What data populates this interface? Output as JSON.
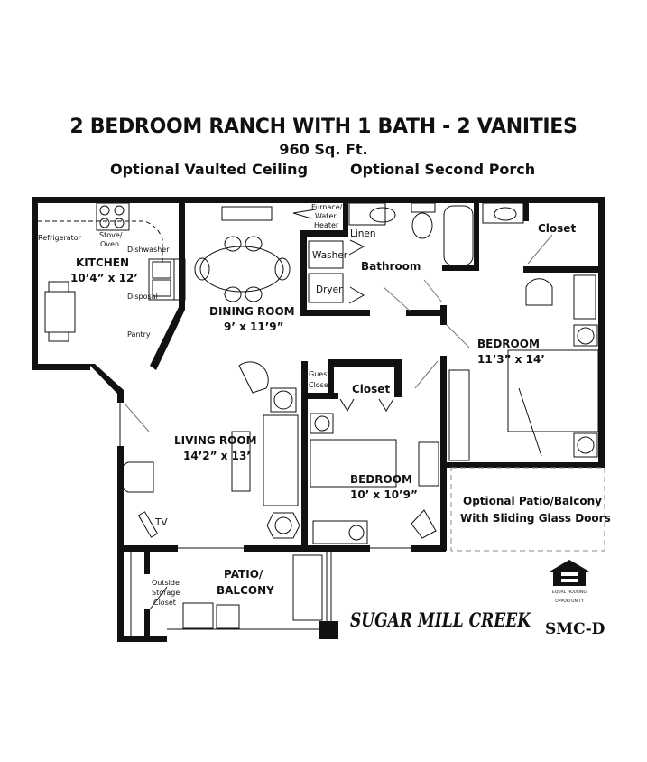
{
  "header": {
    "title": "2 BEDROOM RANCH WITH 1 BATH - 2 VANITIES",
    "area": "960 Sq. Ft.",
    "option_left": "Optional Vaulted Ceiling",
    "option_right": "Optional Second Porch"
  },
  "rooms": {
    "kitchen": {
      "name": "KITCHEN",
      "size": "10’4” x 12’"
    },
    "dining": {
      "name": "DINING ROOM",
      "size": "9’ x 11’9”"
    },
    "living": {
      "name": "LIVING ROOM",
      "size": "14’2” x 13’"
    },
    "bedroom_main": {
      "name": "BEDROOM",
      "size": "11’3” x 14’"
    },
    "bedroom_second": {
      "name": "BEDROOM",
      "size": "10’ x 10’9”"
    },
    "bathroom": "Bathroom",
    "patio": {
      "line1": "PATIO/",
      "line2": "BALCONY"
    },
    "optional_patio": {
      "line1": "Optional Patio/Balcony",
      "line2": "With Sliding Glass Doors"
    }
  },
  "fixtures": {
    "refrigerator": "Refrigerator",
    "stove1": "Stove/",
    "stove2": "Oven",
    "dishwasher": "Dishwasher",
    "disposal": "Disposal",
    "pantry": "Pantry",
    "furnace1": "Furnace/",
    "furnace2": "Water",
    "furnace3": "Heater",
    "linen": "Linen",
    "washer": "Washer",
    "dryer": "Dryer",
    "closet_main": "Closet",
    "closet_second": "Closet",
    "guest1": "Guest",
    "guest2": "Closet",
    "tv": "TV",
    "storage1": "Outside",
    "storage2": "Storage",
    "storage3": "Closet"
  },
  "brand": {
    "name": "SUGAR MILL CREEK",
    "code": "SMC-D",
    "eho1": "EQUAL HOUSING",
    "eho2": "OPPORTUNITY"
  }
}
